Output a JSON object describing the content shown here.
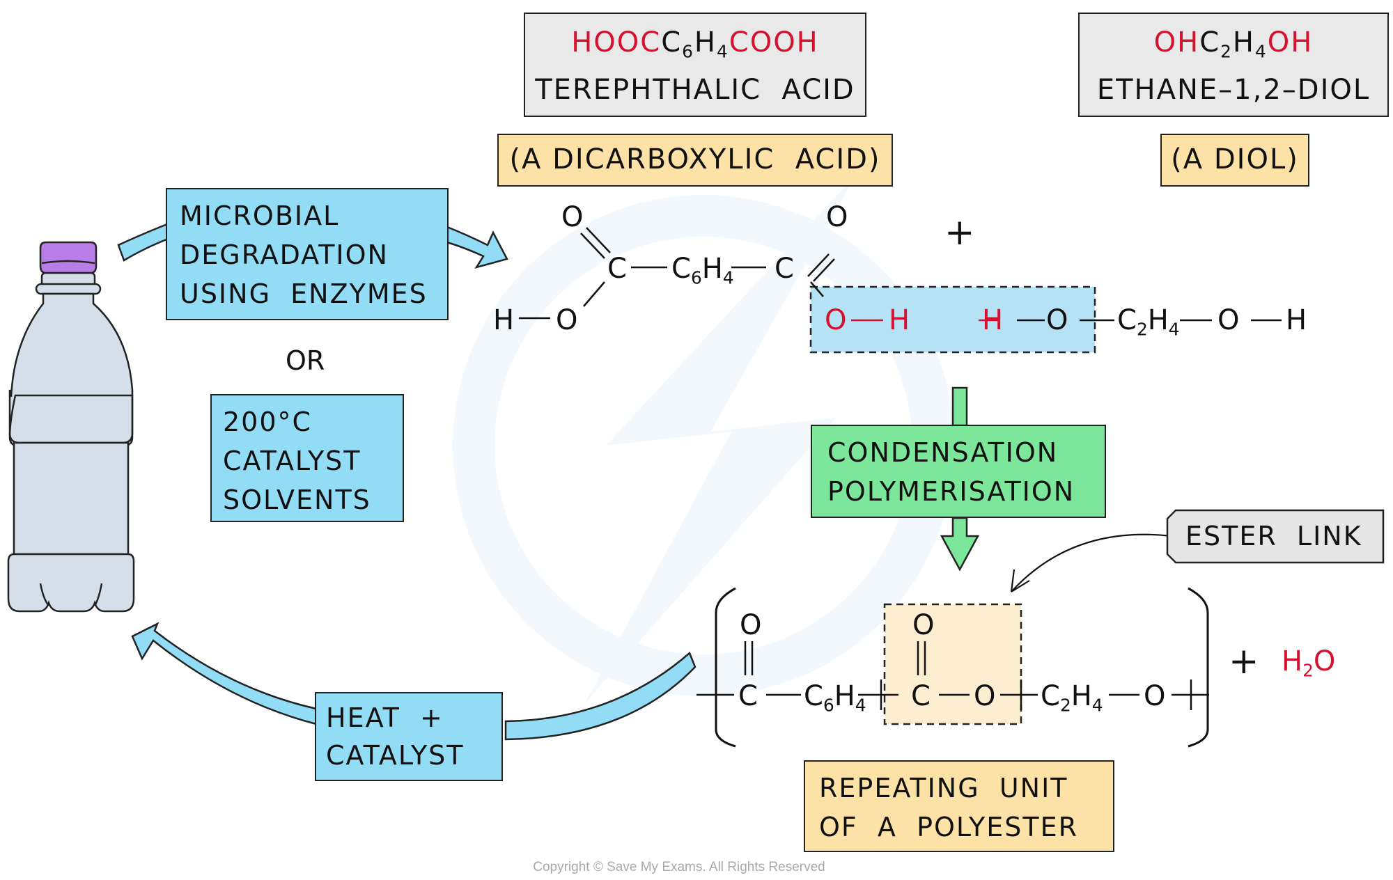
{
  "copyright": "Copyright © Save My Exams. All Rights Reserved",
  "colors": {
    "red_atoms": "#d6112f",
    "process_blue": "#93dcf6",
    "reaction_green": "#7ce79a",
    "label_tan": "#fde2a7",
    "name_grey": "#e9e9ea",
    "bottle_body": "#d4dfe9",
    "bottle_cap": "#b97de8"
  },
  "monomer_acid": {
    "formula": {
      "part1": "HOOC",
      "c_sym": "C",
      "c_sub": "6",
      "h_sym": "H",
      "h_sub": "4",
      "part2": "COOH"
    },
    "name": "TEREPHTHALIC  ACID",
    "classification": "(A DICARBOXYLIC  ACID)"
  },
  "monomer_diol": {
    "formula": {
      "part1": "OH",
      "c_sym": "C",
      "c_sub": "2",
      "h_sym": "H",
      "h_sub": "4",
      "part2": "OH"
    },
    "name": "ETHANE–1,2–DIOL",
    "classification": "(A DIOL)"
  },
  "reactant_structure": {
    "acid_left_oxygen": "O",
    "acid_right_oxygen": "O",
    "acid_left_carbon": "C",
    "acid_right_carbon": "C",
    "acid_ring": {
      "c": "C",
      "c_sub": "6",
      "h": "H",
      "h_sub": "4"
    },
    "acid_h": "H",
    "acid_o": "O",
    "removed_oh_o": "O",
    "removed_oh_h": "H",
    "removed_h": "H",
    "diol_o1": "O",
    "diol_chain": {
      "c": "C",
      "c_sub": "2",
      "h": "H",
      "h_sub": "4"
    },
    "diol_o2": "O",
    "diol_h": "H",
    "plus": "+"
  },
  "process_labels": {
    "degradation": [
      "MICROBIAL",
      "DEGRADATION",
      "USING  ENZYMES"
    ],
    "or": "OR",
    "chemical": [
      "200°C",
      "CATALYST",
      "SOLVENTS"
    ],
    "reaction": [
      "CONDENSATION",
      "POLYMERISATION"
    ],
    "depolymerisation": [
      "HEAT  +",
      "CATALYST"
    ]
  },
  "polymer_structure": {
    "o_top_1": "O",
    "o_top_2": "O",
    "c1": "C",
    "ring": {
      "c": "C",
      "c_sub": "6",
      "h": "H",
      "h_sub": "4"
    },
    "c2": "C",
    "o_ester": "O",
    "chain": {
      "c": "C",
      "c_sub": "2",
      "h": "H",
      "h_sub": "4"
    },
    "o_end": "O",
    "plus": "+",
    "byproduct": {
      "h": "H",
      "h_sub": "2",
      "o": "O"
    }
  },
  "annotations": {
    "ester_link": "ESTER  LINK",
    "repeating_unit": [
      "REPEATING  UNIT",
      "OF  A  POLYESTER"
    ]
  },
  "icons": {
    "bottle": "plastic-bottle-icon",
    "watermark": "save-my-exams-logo"
  }
}
